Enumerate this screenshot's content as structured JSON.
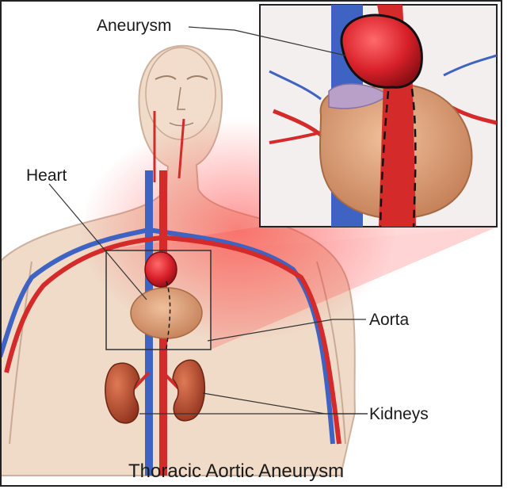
{
  "diagram": {
    "title": "Thoracic Aortic Aneurysm",
    "labels": {
      "aneurysm": "Aneurysm",
      "heart": "Heart",
      "aorta": "Aorta",
      "kidneys": "Kidneys"
    }
  },
  "colors": {
    "artery": "#d42a2a",
    "vein": "#3f63c2",
    "skin": "#efd7c4",
    "heart": "#d99a72",
    "aneurysm": "#d8202a",
    "kidney": "#a9432b",
    "frame": "#222222"
  }
}
